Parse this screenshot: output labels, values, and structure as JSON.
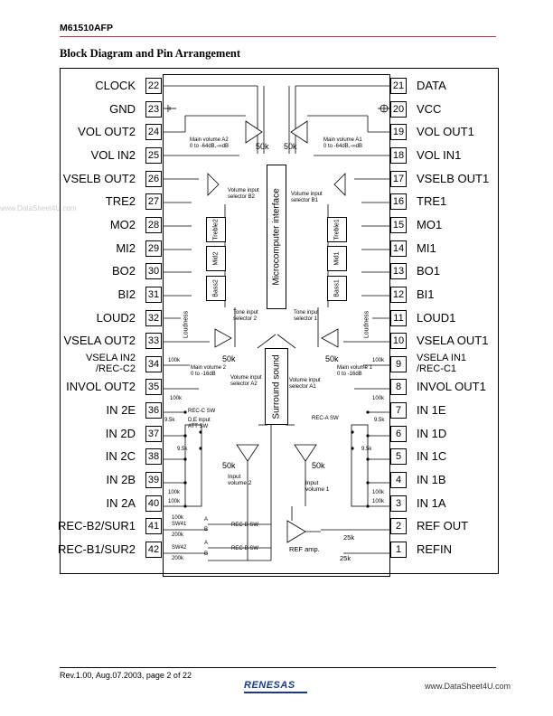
{
  "header": {
    "part_number": "M61510AFP"
  },
  "section_title": "Block Diagram and Pin Arrangement",
  "left_pins": [
    {
      "num": "22",
      "name": "CLOCK"
    },
    {
      "num": "23",
      "name": "GND"
    },
    {
      "num": "24",
      "name": "VOL OUT2"
    },
    {
      "num": "25",
      "name": "VOL IN2"
    },
    {
      "num": "26",
      "name": "VSELB OUT2"
    },
    {
      "num": "27",
      "name": "TRE2"
    },
    {
      "num": "28",
      "name": "MO2"
    },
    {
      "num": "29",
      "name": "MI2"
    },
    {
      "num": "30",
      "name": "BO2"
    },
    {
      "num": "31",
      "name": "BI2"
    },
    {
      "num": "32",
      "name": "LOUD2"
    },
    {
      "num": "33",
      "name": "VSELA OUT2"
    },
    {
      "num": "34",
      "name": "VSELA IN2\n/REC-C2"
    },
    {
      "num": "35",
      "name": "INVOL OUT2"
    },
    {
      "num": "36",
      "name": "IN 2E"
    },
    {
      "num": "37",
      "name": "IN 2D"
    },
    {
      "num": "38",
      "name": "IN 2C"
    },
    {
      "num": "39",
      "name": "IN 2B"
    },
    {
      "num": "40",
      "name": "IN 2A"
    },
    {
      "num": "41",
      "name": "REC-B2/SUR1"
    },
    {
      "num": "42",
      "name": "REC-B1/SUR2"
    }
  ],
  "right_pins": [
    {
      "num": "21",
      "name": "DATA"
    },
    {
      "num": "20",
      "name": "VCC"
    },
    {
      "num": "19",
      "name": "VOL OUT1"
    },
    {
      "num": "18",
      "name": "VOL IN1"
    },
    {
      "num": "17",
      "name": "VSELB OUT1"
    },
    {
      "num": "16",
      "name": "TRE1"
    },
    {
      "num": "15",
      "name": "MO1"
    },
    {
      "num": "14",
      "name": "MI1"
    },
    {
      "num": "13",
      "name": "BO1"
    },
    {
      "num": "12",
      "name": "BI1"
    },
    {
      "num": "11",
      "name": "LOUD1"
    },
    {
      "num": "10",
      "name": "VSELA OUT1"
    },
    {
      "num": "9",
      "name": "VSELA IN1\n/REC-C1"
    },
    {
      "num": "8",
      "name": "INVOL OUT1"
    },
    {
      "num": "7",
      "name": "IN 1E"
    },
    {
      "num": "6",
      "name": "IN 1D"
    },
    {
      "num": "5",
      "name": "IN 1C"
    },
    {
      "num": "4",
      "name": "IN 1B"
    },
    {
      "num": "3",
      "name": "IN 1A"
    },
    {
      "num": "2",
      "name": "REF OUT"
    },
    {
      "num": "1",
      "name": "REFIN"
    }
  ],
  "blocks": {
    "micro": "Microcomputer interface",
    "surround": "Surround sound",
    "treble2": "Treble2",
    "mid2": "Mid2",
    "bass2": "Bass2",
    "treble1": "Treble1",
    "mid1": "Mid1",
    "bass1": "Bass1",
    "loudness": "Loudness"
  },
  "labels": {
    "main_vol_a2": "Main volume A2\n0 to -64dB,-∞dB",
    "main_vol_a1": "Main volume A1\n0 to -64dB,-∞dB",
    "r50k": "50k",
    "vol_sel_b2": "Volume input\nselector B2",
    "vol_sel_b1": "Volume input\nselector B1",
    "tone_sel_2": "Tone input\nselector 2",
    "tone_sel_1": "Tone input\nselector 1",
    "main_vol_b2": "Main volume 2\n0 to -16dB",
    "main_vol_b1": "Main volume 1\n0 to -16dB",
    "vol_sel_a2": "Volume input\nselector A2",
    "vol_sel_a1": "Volume input\nselector A1",
    "rec_c_sw": "REC-C SW",
    "rec_a_sw": "REC-A SW",
    "de_input": "D,E input\nATT SW",
    "input_vol_2": "Input\nvolume 2",
    "input_vol_1": "Input\nvolume 1",
    "rec_b_sw": "REC-B SW",
    "sw41": "SW41",
    "sw42": "SW42",
    "r100k": "100k",
    "r200k": "200k",
    "r9_5k": "9.5k",
    "ref_amp": "REF amp.",
    "r25k": "25k",
    "a": "A",
    "b": "B"
  },
  "watermark": "www.DataSheet4U.com",
  "footer": {
    "revision": "Rev.1.00,  Aug.07.2003,  page 2 of 22",
    "logo": "RENESAS",
    "website": "www.DataSheet4U.com"
  }
}
